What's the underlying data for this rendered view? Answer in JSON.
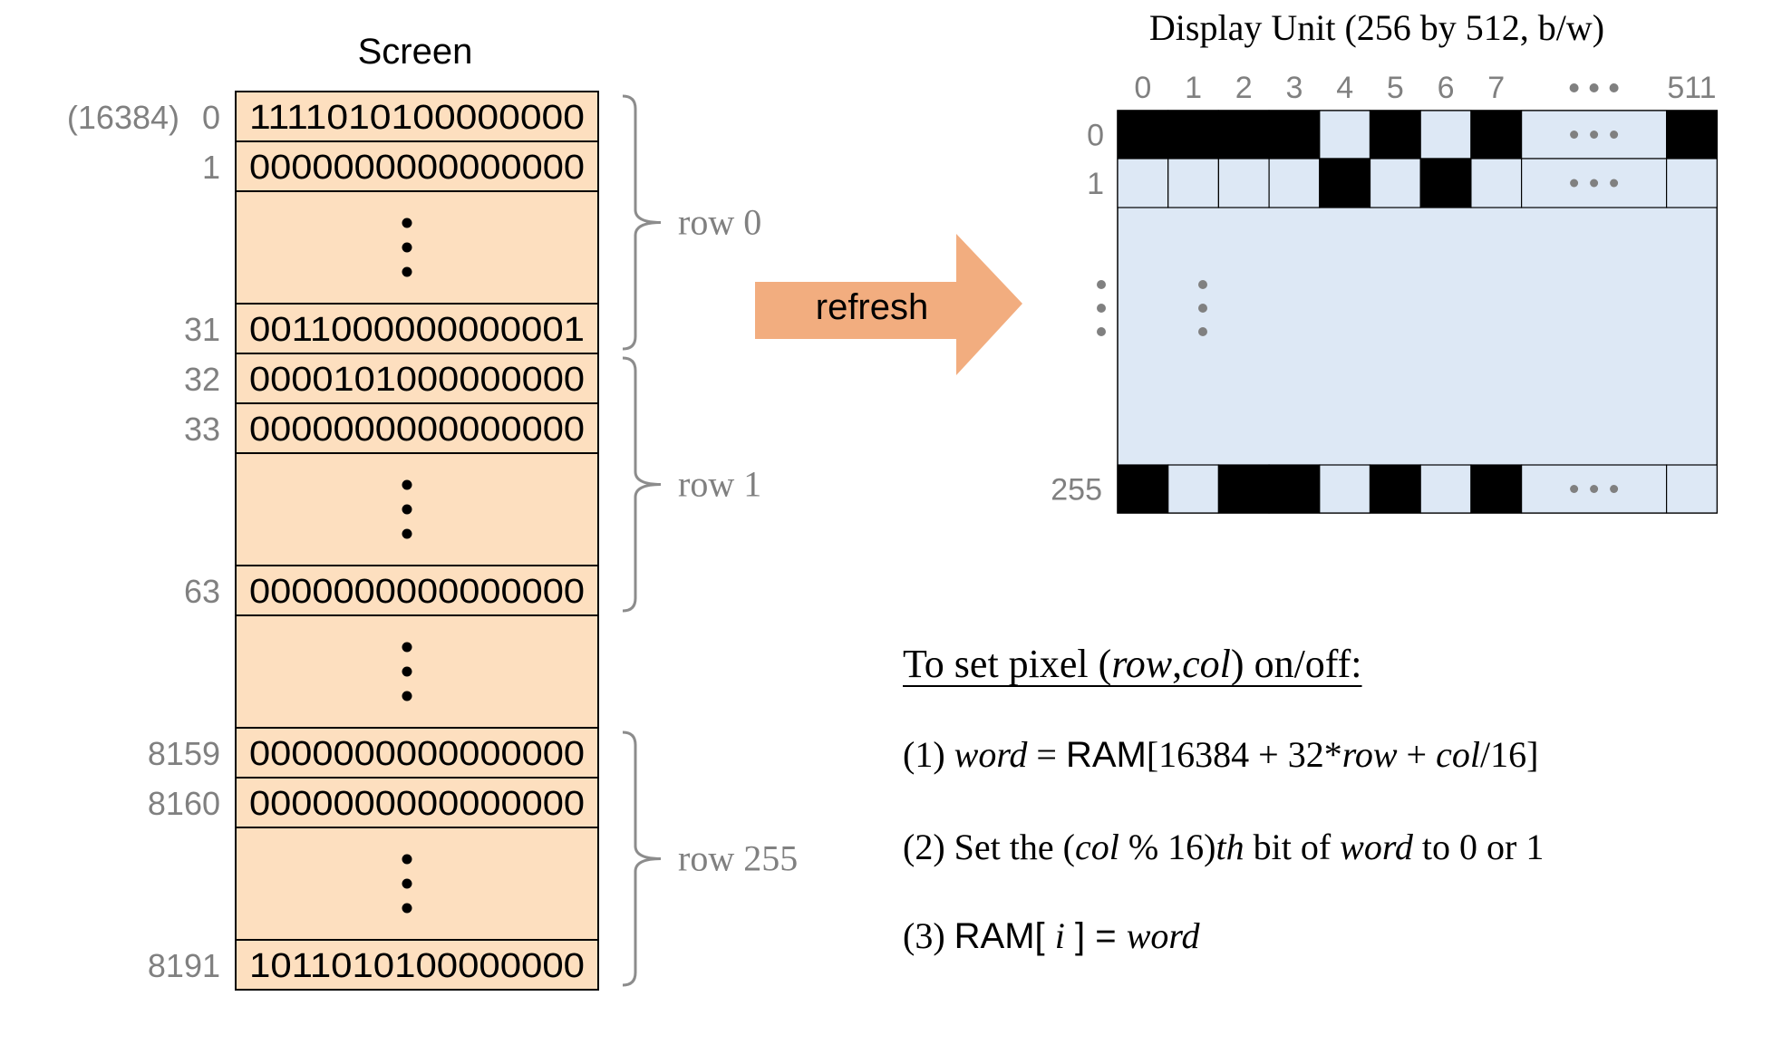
{
  "screen_memory": {
    "title": "Screen",
    "base_address_label": "(16384)",
    "segments": [
      {
        "type": "word",
        "address": "0",
        "bits": "1111010100000000"
      },
      {
        "type": "word",
        "address": "1",
        "bits": "0000000000000000"
      },
      {
        "type": "ellipsis"
      },
      {
        "type": "word",
        "address": "31",
        "bits": "0011000000000001"
      },
      {
        "type": "word",
        "address": "32",
        "bits": "0000101000000000"
      },
      {
        "type": "word",
        "address": "33",
        "bits": "0000000000000000"
      },
      {
        "type": "ellipsis"
      },
      {
        "type": "word",
        "address": "63",
        "bits": "0000000000000000"
      },
      {
        "type": "ellipsis"
      },
      {
        "type": "word",
        "address": "8159",
        "bits": "0000000000000000"
      },
      {
        "type": "word",
        "address": "8160",
        "bits": "0000000000000000"
      },
      {
        "type": "ellipsis"
      },
      {
        "type": "word",
        "address": "8191",
        "bits": "1011010100000000"
      }
    ],
    "row_groups": [
      {
        "label": "row 0",
        "first_segment": 0,
        "last_segment": 3
      },
      {
        "label": "row 1",
        "first_segment": 4,
        "last_segment": 7
      },
      {
        "label": "row 255",
        "first_segment": 9,
        "last_segment": 12
      }
    ]
  },
  "arrow": {
    "label": "refresh",
    "color": "#f2ad7f"
  },
  "display_unit": {
    "title": "Display Unit (256 by 512, b/w)",
    "column_labels": [
      "0",
      "1",
      "2",
      "3",
      "4",
      "5",
      "6",
      "7",
      "511"
    ],
    "row_labels": [
      "0",
      "1",
      "255"
    ],
    "pixel_rows": [
      {
        "row": "0",
        "pixels": [
          1,
          1,
          1,
          1,
          0,
          1,
          0,
          1
        ],
        "last": 1
      },
      {
        "row": "1",
        "pixels": [
          0,
          0,
          0,
          0,
          1,
          0,
          1,
          0
        ],
        "last": 0
      },
      {
        "row": "255",
        "pixels": [
          1,
          0,
          1,
          1,
          0,
          1,
          0,
          1
        ],
        "last": 0
      }
    ],
    "colors": {
      "on": "#000000",
      "off": "#dde8f5"
    }
  },
  "instructions": {
    "heading": [
      "To set pixel (",
      "row",
      ",",
      "col",
      ") on/off:"
    ],
    "step1": [
      "(1)  ",
      "word",
      " = ",
      "RAM",
      "[16384 + 32*",
      "row",
      " + ",
      "col",
      "/16]"
    ],
    "step2": [
      "(2)  Set the (",
      "col",
      " % 16)",
      "th",
      " bit of ",
      "word",
      " to 0 or 1"
    ],
    "step3": [
      "(3)  ",
      "RAM[ ",
      "i",
      " ] = ",
      "word"
    ]
  },
  "colors": {
    "memory_fill": "#fddfbf",
    "label_gray": "#808080",
    "brace_gray": "#8c8c8c"
  }
}
